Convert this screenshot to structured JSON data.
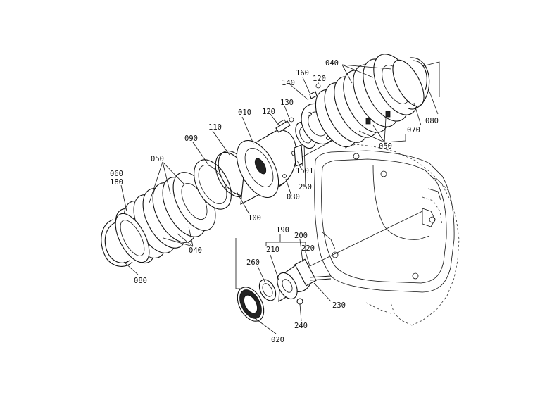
{
  "labels": {
    "l010": "010",
    "l020": "020",
    "l030": "030",
    "l040a": "040",
    "l040b": "040",
    "l050a": "050",
    "l050b": "050",
    "l060": "060",
    "l180": "180",
    "l070": "070",
    "l080a": "080",
    "l080b": "080",
    "l090": "090",
    "l100": "100",
    "l110": "110",
    "l120a": "120",
    "l120b": "120",
    "l130": "130",
    "l140": "140",
    "l150": "1501",
    "l160": "160",
    "l190": "190",
    "l200": "200",
    "l210": "210",
    "l220": "220",
    "l230": "230",
    "l240": "240",
    "l250": "250",
    "l260": "260"
  }
}
